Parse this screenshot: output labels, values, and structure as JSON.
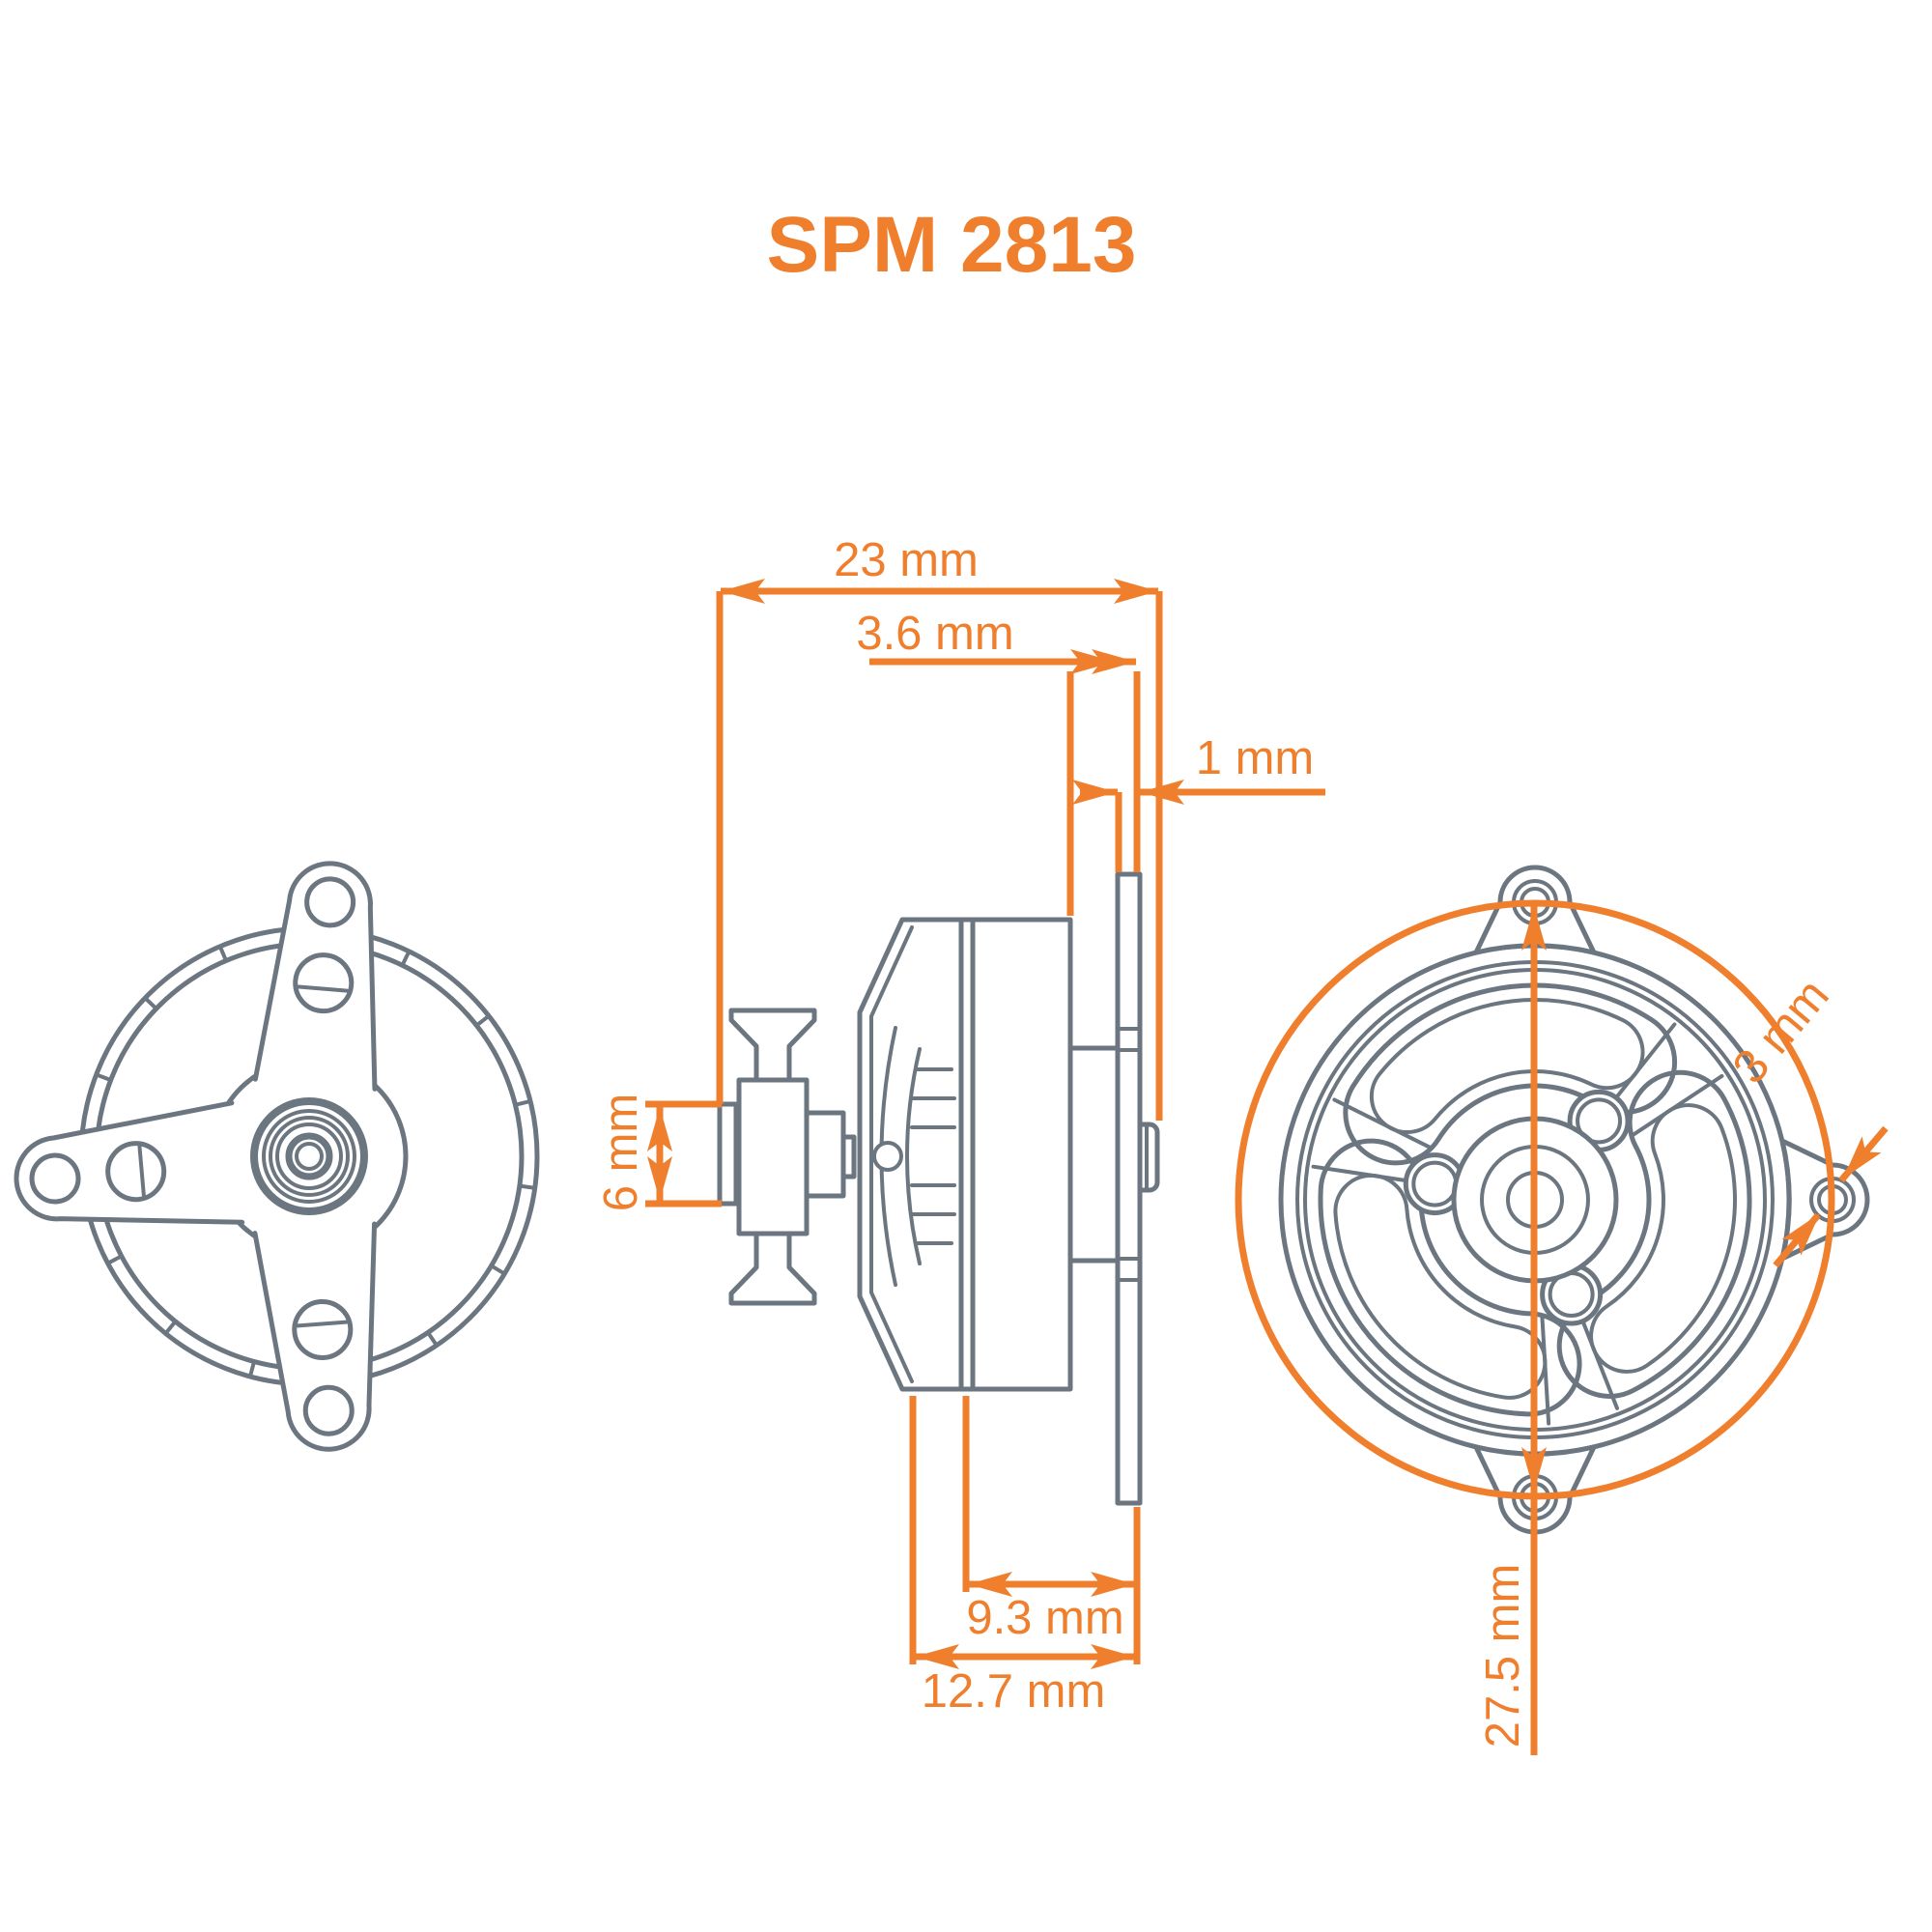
{
  "title": "SPM 2813",
  "colors": {
    "accent": "#EF7F2D",
    "line": "#6B7680",
    "background": "#FFFFFF"
  },
  "views": {
    "front": "front prop-mount view",
    "side": "side profile view",
    "back": "rear mount view"
  },
  "dimensions": {
    "overall_length": {
      "label": "23 mm"
    },
    "rear_section_length": {
      "label": "3.6 mm"
    },
    "mount_plate_thickness": {
      "label": "1 mm"
    },
    "shaft_diameter": {
      "label": "6 mm"
    },
    "stator_length": {
      "label": "9.3 mm"
    },
    "body_length": {
      "label": "12.7 mm"
    },
    "mount_hole_spacing": {
      "label": "27.5 mm"
    },
    "mount_hole_diameter": {
      "label": "3 mm"
    }
  }
}
